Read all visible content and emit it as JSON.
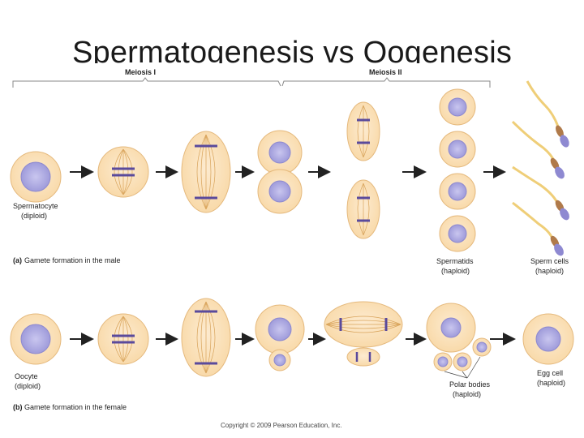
{
  "slide": {
    "title": "Spermatogenesis vs Oogenesis"
  },
  "figure": {
    "phases": {
      "meiosis1": "Meiosis I",
      "meiosis2": "Meiosis II"
    },
    "male": {
      "start_label": "Spermatocyte",
      "start_sub": "(diploid)",
      "caption_letter": "(a)",
      "caption": "Gamete formation in the male",
      "spermatids": "Spermatids",
      "spermatids_sub": "(haploid)",
      "sperm": "Sperm cells",
      "sperm_sub": "(haploid)"
    },
    "female": {
      "start_label": "Oocyte",
      "start_sub": "(diploid)",
      "caption_letter": "(b)",
      "caption": "Gamete formation in the female",
      "polar": "Polar bodies",
      "polar_sub": "(haploid)",
      "egg": "Egg cell",
      "egg_sub": "(haploid)"
    },
    "copyright": "Copyright © 2009 Pearson Education, Inc."
  },
  "colors": {
    "cell_fill": "#fbe1b8",
    "cell_stroke": "#e5b97d",
    "nucleus": "#a9a6df",
    "chromosome": "#5a4a9c",
    "spindle": "#d8a35a",
    "arrow": "#222222",
    "sperm_tail": "#efce78",
    "sperm_head": "#8e89d1",
    "sperm_mid": "#b07a4a"
  }
}
